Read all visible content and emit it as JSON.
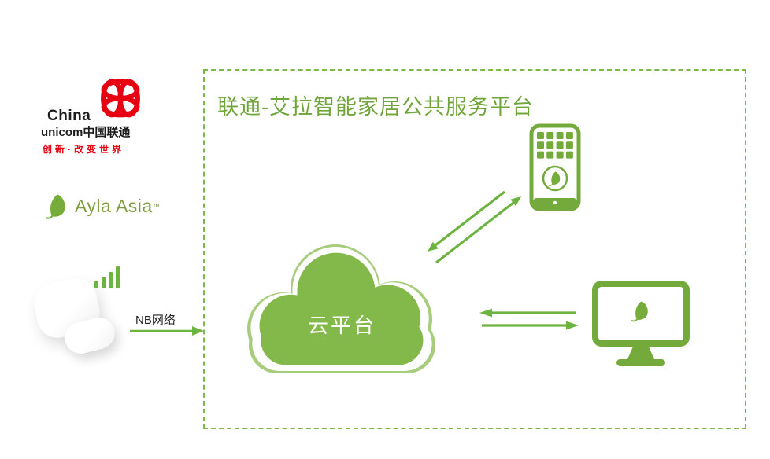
{
  "colors": {
    "accent_green": "#6cb33f",
    "cloud_fill": "#83b84a",
    "cloud_outline": "#a6cc7c",
    "dashed_border": "#7cb845",
    "title_green": "#6fa53b",
    "unicom_red": "#e60012",
    "ayla_text_green": "#7e9e3f"
  },
  "left_panel": {
    "unicom_logo": {
      "line1": "China",
      "line2": "unicom中国联通",
      "slogan": "创新·改变世界"
    },
    "ayla_logo": {
      "name": "Ayla Asia",
      "trademark": "™"
    },
    "nb_network_label": "NB网络"
  },
  "platform": {
    "title": "联通-艾拉智能家居公共服务平台",
    "cloud_label": "云平台"
  },
  "icons": {
    "unicom_knot": "chinese-knot",
    "ayla_leaf": "leaf",
    "door_sensor": "nb-iot-door-sensor",
    "signal": "signal-bars",
    "cloud": "cloud-platform",
    "smartphone": "smartphone-with-leaf-app",
    "monitor": "desktop-monitor-with-leaf"
  }
}
